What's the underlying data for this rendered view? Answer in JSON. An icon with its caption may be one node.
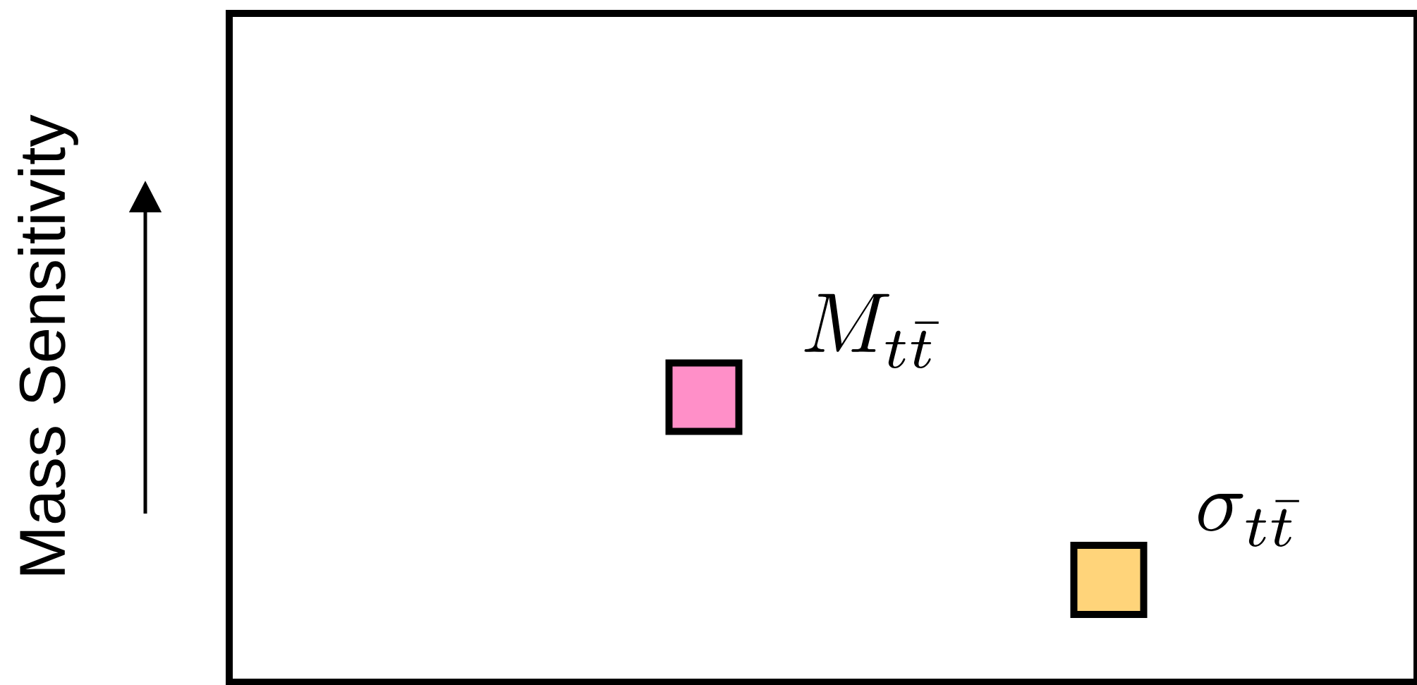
{
  "diagram": {
    "nodes": [
      {
        "text": [],
        "shape": "box"
      },
      {
        "text": [],
        "shape": "box",
        "in": 0
      },
      {
        "text": [],
        "shape": "box",
        "in": 0
      }
    ],
    "labels": [
      "Mass Sensitivity",
      "M_{t\\bar{t}}",
      "\\sigma_{t\\bar{t}}"
    ]
  }
}
